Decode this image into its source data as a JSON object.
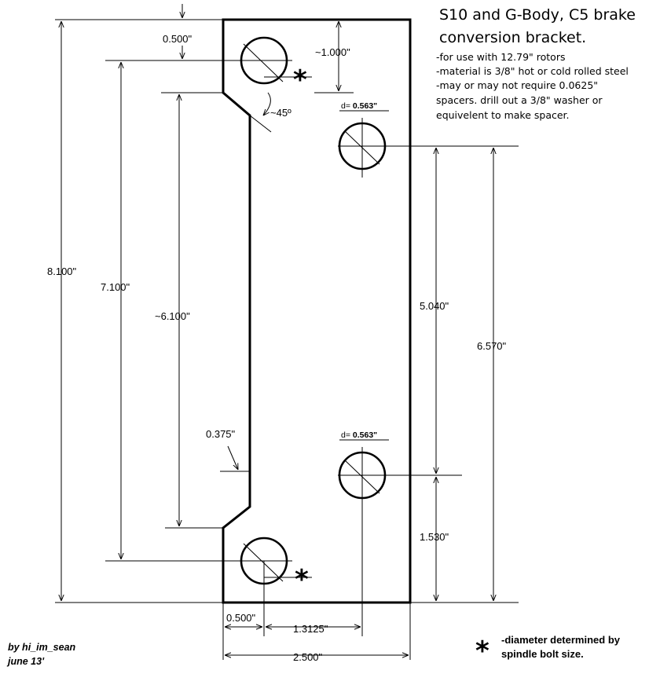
{
  "title": {
    "line1": "S10 and G-Body, C5 brake",
    "line2": "conversion bracket."
  },
  "notes": [
    "-for use with 12.79\" rotors",
    "-material is 3/8\" hot or cold rolled steel",
    "-may or may not require 0.0625\"",
    "spacers. drill out a 3/8\" washer or",
    "equivelent to make spacer."
  ],
  "dimensions": {
    "overall_height": "8.100\"",
    "bolt_span": "7.100\"",
    "relief_length": "~6.100\"",
    "top_to_bolt": "0.500\"",
    "top_to_relief": "~1.000\"",
    "chamfer_angle": "~45º",
    "relief_depth": "0.375\"",
    "caliper_hole_span": "5.040\"",
    "caliper_to_bottom": "6.570\"",
    "lower_caliper_to_bottom": "1.530\"",
    "edge_to_bolt": "0.500\"",
    "bolt_to_caliper": "1.3125\"",
    "overall_width": "2.500\""
  },
  "hole_labels": {
    "upper_prefix": "d= ",
    "upper_value": "0.563\"",
    "lower_prefix": "d= ",
    "lower_value": "0.563\""
  },
  "markers": {
    "asterisk": "*"
  },
  "credit": {
    "author": "by hi_im_sean",
    "date": "june 13'"
  },
  "legend": {
    "line1": "-diameter determined by",
    "line2": "spindle bolt size."
  }
}
